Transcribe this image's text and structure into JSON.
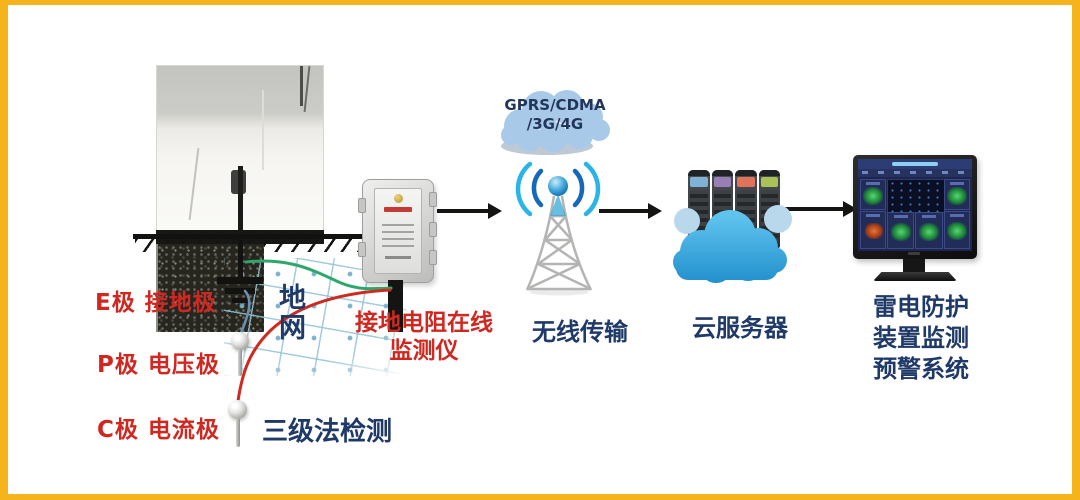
{
  "site": {
    "pole_e_label": "E极 接地极",
    "pole_p_label": "P极 电压极",
    "pole_c_label": "C极 电流极",
    "ground_grid_label": "地网",
    "method_label": "三级法检测",
    "device_name_line1": "接地电阻在线",
    "device_name_line2": "监测仪"
  },
  "wireless": {
    "cloud_network_line1": "GPRS/CDMA",
    "cloud_network_line2": "/3G/4G",
    "stage_label": "无线传输"
  },
  "cloud_server": {
    "stage_label": "云服务器"
  },
  "display_system": {
    "stage_label_lines": [
      "雷电防护",
      "装置监测",
      "预警系统"
    ]
  },
  "colors": {
    "frame_border": "#F5B41B",
    "red_label": "#D02820",
    "navy_label": "#1F3A68",
    "wire_green": "#2EA86A",
    "wire_red": "#CD2A20",
    "wire_blue": "#6D8FAE",
    "network_cloud": "#A9C9E9",
    "server_cloud_top": "#5FC3EE",
    "server_cloud_bottom": "#1F8ECB"
  }
}
